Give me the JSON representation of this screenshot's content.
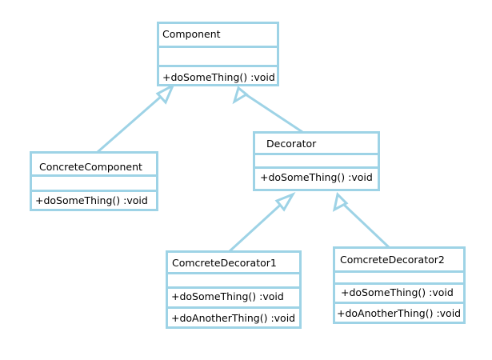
{
  "diagram": {
    "line_color": "#9ed3e6",
    "classes": {
      "component": {
        "name": "Component",
        "operations": [
          "+doSomeThing() :void"
        ]
      },
      "concrete_component": {
        "name": "ConcreteComponent",
        "operations": [
          "+doSomeThing() :void"
        ]
      },
      "decorator": {
        "name": "Decorator",
        "operations": [
          "+doSomeThing() :void"
        ]
      },
      "decorator1": {
        "name": "ComcreteDecorator1",
        "operations": [
          "+doSomeThing() :void",
          "+doAnotherThing() :void"
        ]
      },
      "decorator2": {
        "name": "ComcreteDecorator2",
        "operations": [
          "+doSomeThing() :void",
          "+doAnotherThing() :void"
        ]
      }
    },
    "relations": [
      {
        "from": "ConcreteComponent",
        "to": "Component",
        "type": "generalization"
      },
      {
        "from": "Decorator",
        "to": "Component",
        "type": "generalization"
      },
      {
        "from": "ComcreteDecorator1",
        "to": "Decorator",
        "type": "generalization"
      },
      {
        "from": "ComcreteDecorator2",
        "to": "Decorator",
        "type": "generalization"
      }
    ]
  }
}
